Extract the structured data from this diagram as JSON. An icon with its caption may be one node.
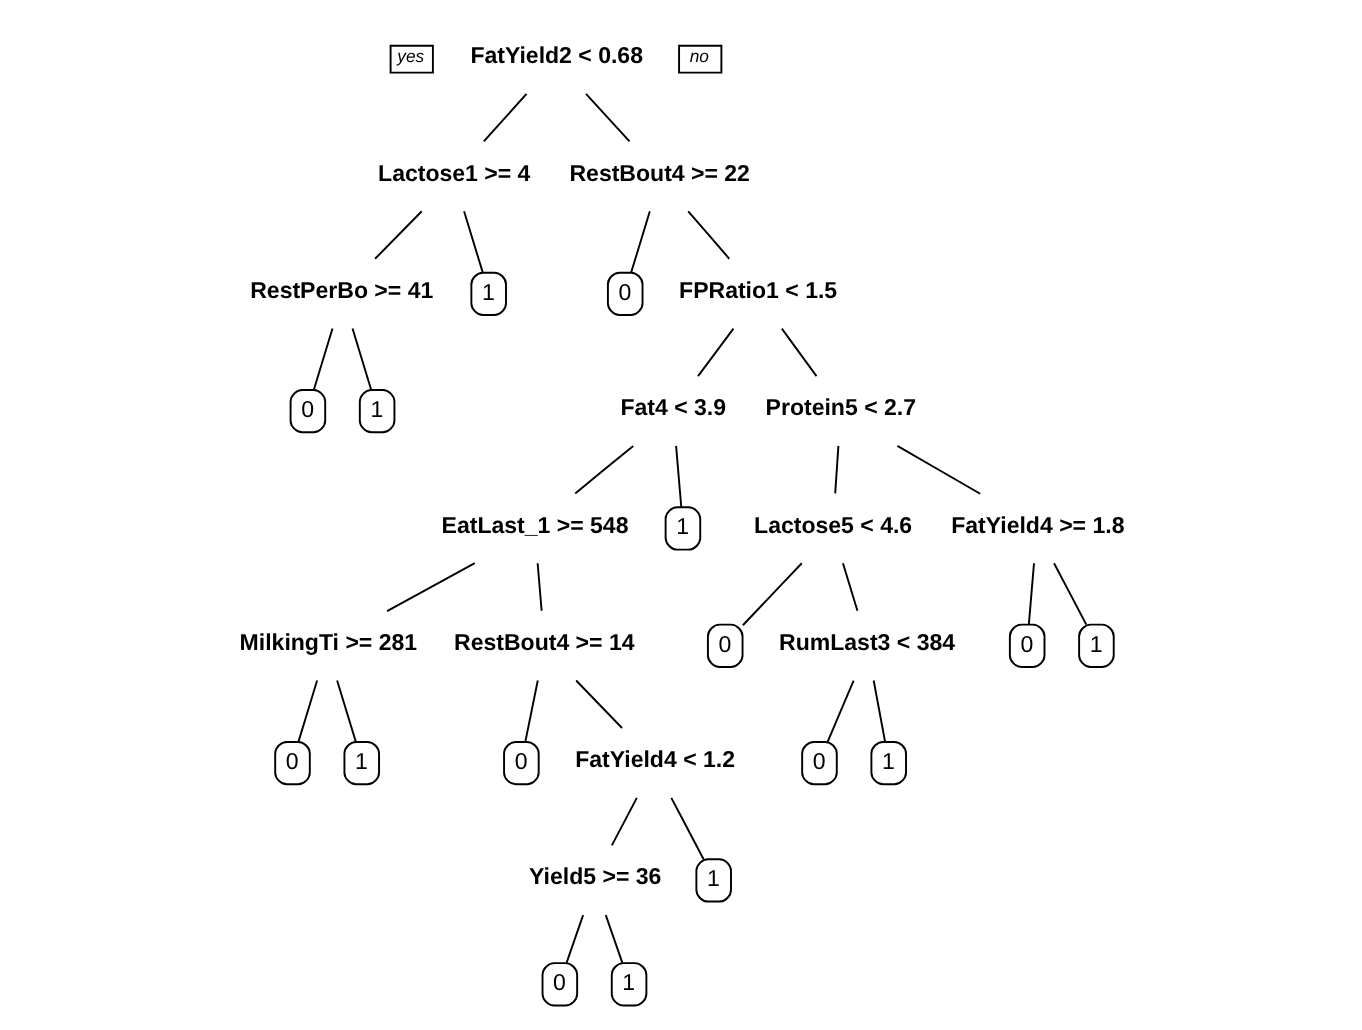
{
  "diagram": {
    "nodes": [
      {
        "text": [
          "yes"
        ]
      },
      {
        "text": [
          "FatYield2 < 0.68"
        ]
      },
      {
        "text": [
          "no"
        ]
      },
      {
        "text": [
          "Lactose1 >= 4"
        ]
      },
      {
        "text": [
          "RestBout4 >= 22"
        ]
      },
      {
        "text": [
          "RestPerBo >= 41"
        ]
      },
      {
        "text": [
          "1"
        ]
      },
      {
        "text": [
          "0"
        ]
      },
      {
        "text": [
          "FPRatio1 < 1.5"
        ]
      },
      {
        "text": [
          "0"
        ]
      },
      {
        "text": [
          "1"
        ]
      },
      {
        "text": [
          "Fat4 < 3.9"
        ]
      },
      {
        "text": [
          "Protein5 < 2.7"
        ]
      },
      {
        "text": [
          "EatLast_1 >= 548"
        ]
      },
      {
        "text": [
          "1"
        ]
      },
      {
        "text": [
          "Lactose5 < 4.6"
        ]
      },
      {
        "text": [
          "FatYield4 >= 1.8"
        ]
      },
      {
        "text": [
          "MilkingTi >= 281"
        ]
      },
      {
        "text": [
          "RestBout4 >= 14"
        ]
      },
      {
        "text": [
          "0"
        ]
      },
      {
        "text": [
          "RumLast3 < 384"
        ]
      },
      {
        "text": [
          "0"
        ]
      },
      {
        "text": [
          "1"
        ]
      },
      {
        "text": [
          "0"
        ]
      },
      {
        "text": [
          "1"
        ]
      },
      {
        "text": [
          "0"
        ]
      },
      {
        "text": [
          "FatYield4 < 1.2"
        ]
      },
      {
        "text": [
          "0"
        ]
      },
      {
        "text": [
          "1"
        ]
      },
      {
        "text": [
          "Yield5 >= 36"
        ]
      },
      {
        "text": [
          "1"
        ]
      },
      {
        "text": [
          "0"
        ]
      },
      {
        "text": [
          "1"
        ]
      }
    ],
    "edges": [
      {
        "from": 1,
        "to": 3,
        "arrow": "none"
      },
      {
        "from": 1,
        "to": 4,
        "arrow": "none"
      },
      {
        "from": 3,
        "to": 5,
        "arrow": "none"
      },
      {
        "from": 3,
        "to": 6,
        "arrow": "none"
      },
      {
        "from": 4,
        "to": 7,
        "arrow": "none"
      },
      {
        "from": 4,
        "to": 8,
        "arrow": "none"
      },
      {
        "from": 5,
        "to": 9,
        "arrow": "none"
      },
      {
        "from": 5,
        "to": 10,
        "arrow": "none"
      },
      {
        "from": 8,
        "to": 11,
        "arrow": "none"
      },
      {
        "from": 8,
        "to": 12,
        "arrow": "none"
      },
      {
        "from": 11,
        "to": 13,
        "arrow": "none"
      },
      {
        "from": 11,
        "to": 14,
        "arrow": "none"
      },
      {
        "from": 12,
        "to": 15,
        "arrow": "none"
      },
      {
        "from": 12,
        "to": 16,
        "arrow": "none"
      },
      {
        "from": 13,
        "to": 17,
        "arrow": "none"
      },
      {
        "from": 13,
        "to": 18,
        "arrow": "none"
      },
      {
        "from": 15,
        "to": 19,
        "arrow": "none"
      },
      {
        "from": 15,
        "to": 20,
        "arrow": "none"
      },
      {
        "from": 16,
        "to": 21,
        "arrow": "none"
      },
      {
        "from": 16,
        "to": 22,
        "arrow": "none"
      },
      {
        "from": 17,
        "to": 23,
        "arrow": "none"
      },
      {
        "from": 17,
        "to": 24,
        "arrow": "none"
      },
      {
        "from": 18,
        "to": 25,
        "arrow": "none"
      },
      {
        "from": 18,
        "to": 26,
        "arrow": "none"
      },
      {
        "from": 20,
        "to": 27,
        "arrow": "none"
      },
      {
        "from": 20,
        "to": 28,
        "arrow": "none"
      },
      {
        "from": 26,
        "to": 29,
        "arrow": "none"
      },
      {
        "from": 26,
        "to": 30,
        "arrow": "none"
      },
      {
        "from": 29,
        "to": 31,
        "arrow": "none"
      },
      {
        "from": 29,
        "to": 32,
        "arrow": "none"
      }
    ]
  }
}
